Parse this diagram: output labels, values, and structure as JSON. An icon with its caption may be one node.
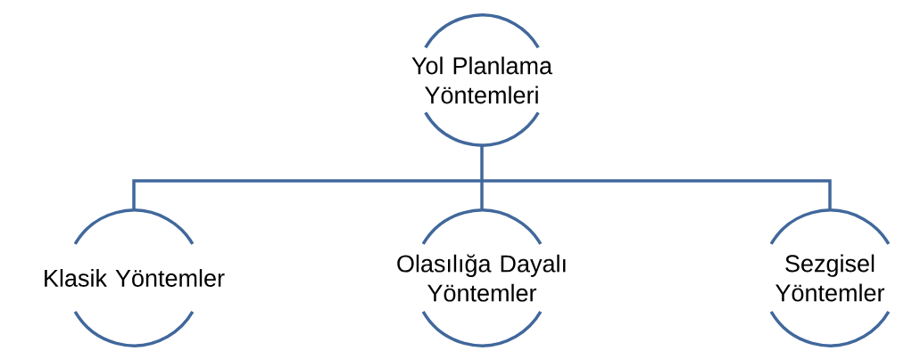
{
  "diagram": {
    "nodes": [
      {
        "text": [
          "Yol Planlama Yöntemleri"
        ]
      },
      {
        "text": [
          "Klasik Yöntemler"
        ]
      },
      {
        "text": [
          "Olasılığa Dayalı Yöntemler"
        ]
      },
      {
        "text": [
          "Sezgisel Yöntemler"
        ]
      }
    ],
    "edges": [
      {
        "from": 0,
        "to": 1,
        "arrow": "none"
      },
      {
        "from": 0,
        "to": 2,
        "arrow": "none"
      },
      {
        "from": 0,
        "to": 3,
        "arrow": "none"
      }
    ]
  }
}
